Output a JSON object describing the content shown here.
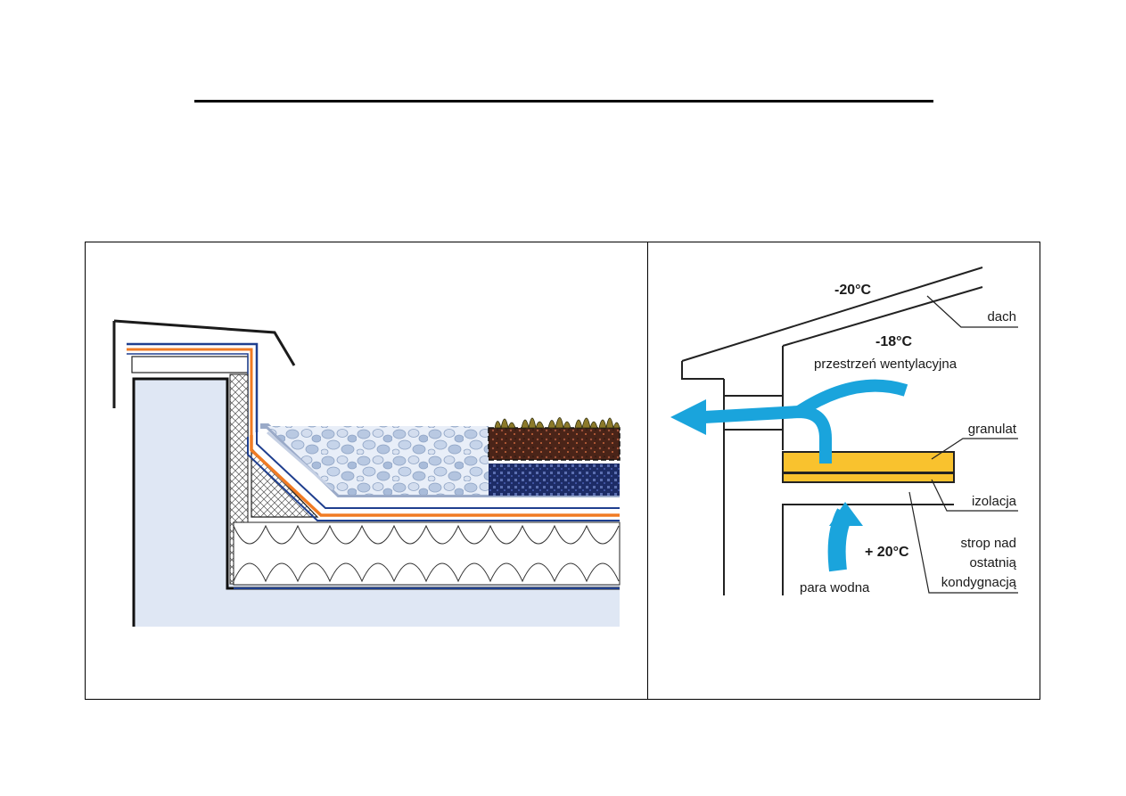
{
  "right_diagram": {
    "labels": {
      "roof_temp": "-20°C",
      "roof": "dach",
      "space_temp": "-18°C",
      "ventilation_space": "przestrzeń wentylacyjna",
      "granulate": "granulat",
      "insulation": "izolacja",
      "ceiling_line1": "strop nad",
      "ceiling_line2": "ostatnią",
      "ceiling_line3": "kondygnacją",
      "interior_temp": "+ 20°C",
      "water_vapor": "para wodna"
    },
    "colors": {
      "arrow": "#1aa4dc",
      "granulate": "#f9c22e",
      "outline": "#222222"
    }
  },
  "left_diagram": {
    "colors": {
      "membrane_orange": "#f07b24",
      "membrane_blue": "#1f3f8f",
      "wall": "#d8e2f2",
      "vegetation": "#3d2018",
      "drainage": "#1e2f6e",
      "pebbles": "#b8c8e0"
    }
  }
}
